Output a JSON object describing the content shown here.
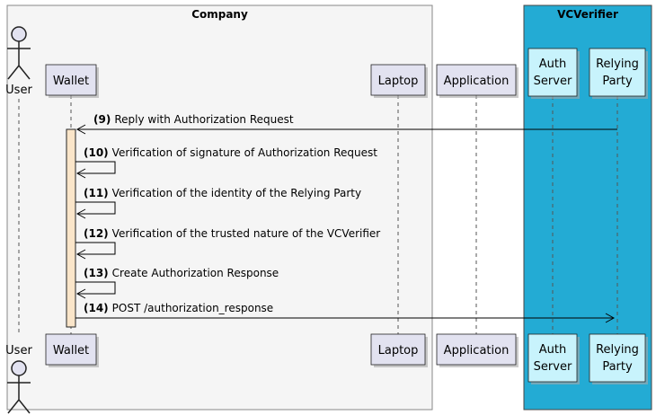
{
  "boxes": [
    {
      "id": "company",
      "title": "Company",
      "fill": "#f5f5f5",
      "stroke": "#888888"
    },
    {
      "id": "vcverifier",
      "title": "VCVerifier",
      "fill": "#23abd4",
      "stroke": "#444444"
    }
  ],
  "participants": [
    {
      "id": "user",
      "kind": "actor",
      "label": [
        "User"
      ]
    },
    {
      "id": "wallet",
      "kind": "participant",
      "label": [
        "Wallet"
      ],
      "fill": "#e2e2f0"
    },
    {
      "id": "laptop",
      "kind": "participant",
      "label": [
        "Laptop"
      ],
      "fill": "#e2e2f0"
    },
    {
      "id": "application",
      "kind": "participant",
      "label": [
        "Application"
      ],
      "fill": "#e2e2f0"
    },
    {
      "id": "auth",
      "kind": "participant",
      "label": [
        "Auth",
        "Server"
      ],
      "fill": "#c8f3fc"
    },
    {
      "id": "rp",
      "kind": "participant",
      "label": [
        "Relying",
        "Party"
      ],
      "fill": "#c8f3fc"
    }
  ],
  "messages": [
    {
      "num": "(9)",
      "text": "Reply with Authorization Request",
      "from": "rp",
      "to": "wallet"
    },
    {
      "num": "(10)",
      "text": "Verification of signature of Authorization Request",
      "from": "wallet",
      "to": "wallet"
    },
    {
      "num": "(11)",
      "text": "Verification of the identity of the Relying Party",
      "from": "wallet",
      "to": "wallet"
    },
    {
      "num": "(12)",
      "text": "Verification of the trusted nature of the VCVerifier",
      "from": "wallet",
      "to": "wallet"
    },
    {
      "num": "(13)",
      "text": "Create Authorization Response",
      "from": "wallet",
      "to": "wallet"
    },
    {
      "num": "(14)",
      "text": "POST /authorization_response",
      "from": "wallet",
      "to": "rp"
    }
  ],
  "activation": {
    "participant": "wallet",
    "fill": "#fae5c9"
  },
  "colors": {
    "actor_fill": "#e2e2f0",
    "participant_stroke": "#222222",
    "lifeline": "#555555"
  }
}
